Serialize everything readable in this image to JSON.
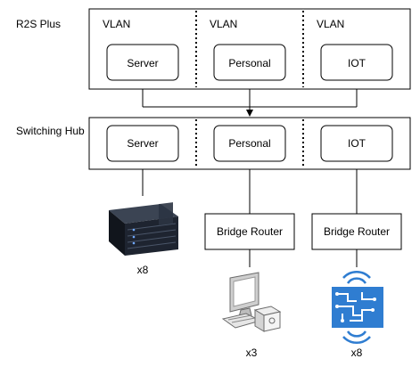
{
  "r2s": {
    "title": "R2S Plus",
    "vlan_headers": [
      "VLAN",
      "VLAN",
      "VLAN"
    ],
    "boxes": [
      "Server",
      "Personal",
      "IOT"
    ]
  },
  "hub": {
    "title": "Switching Hub",
    "boxes": [
      "Server",
      "Personal",
      "IOT"
    ]
  },
  "routers": [
    "Bridge Router",
    "Bridge Router"
  ],
  "devices": {
    "server_rack": {
      "icon": "server-rack-icon",
      "count": "x8"
    },
    "desktop_pc": {
      "icon": "desktop-computer-icon",
      "count": "x3"
    },
    "iot_chip": {
      "icon": "iot-chip-icon",
      "count": "x8"
    }
  },
  "colors": {
    "stroke": "#000000",
    "iot_blue": "#2f7dd1",
    "server_dark": "#1a1f2a"
  }
}
